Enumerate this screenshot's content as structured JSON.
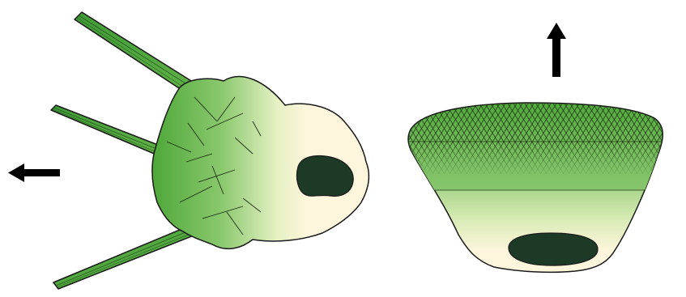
{
  "colors": {
    "background": "#ffffff",
    "outline": "#1a1a1a",
    "green_dark": "#4fa83a",
    "green_mid": "#79c062",
    "green_light": "#b7dd9c",
    "cream": "#fdf6dc",
    "nucleus": "#1d3a27",
    "arrow": "#000000",
    "hatch": "#1f2f12"
  },
  "figure": {
    "left_cell": {
      "description_icon": "cell-with-three-protrusions",
      "arrow_direction": "left",
      "protrusion_count": 3
    },
    "right_cell": {
      "description_icon": "trapezoid-cell",
      "arrow_direction": "up"
    }
  }
}
